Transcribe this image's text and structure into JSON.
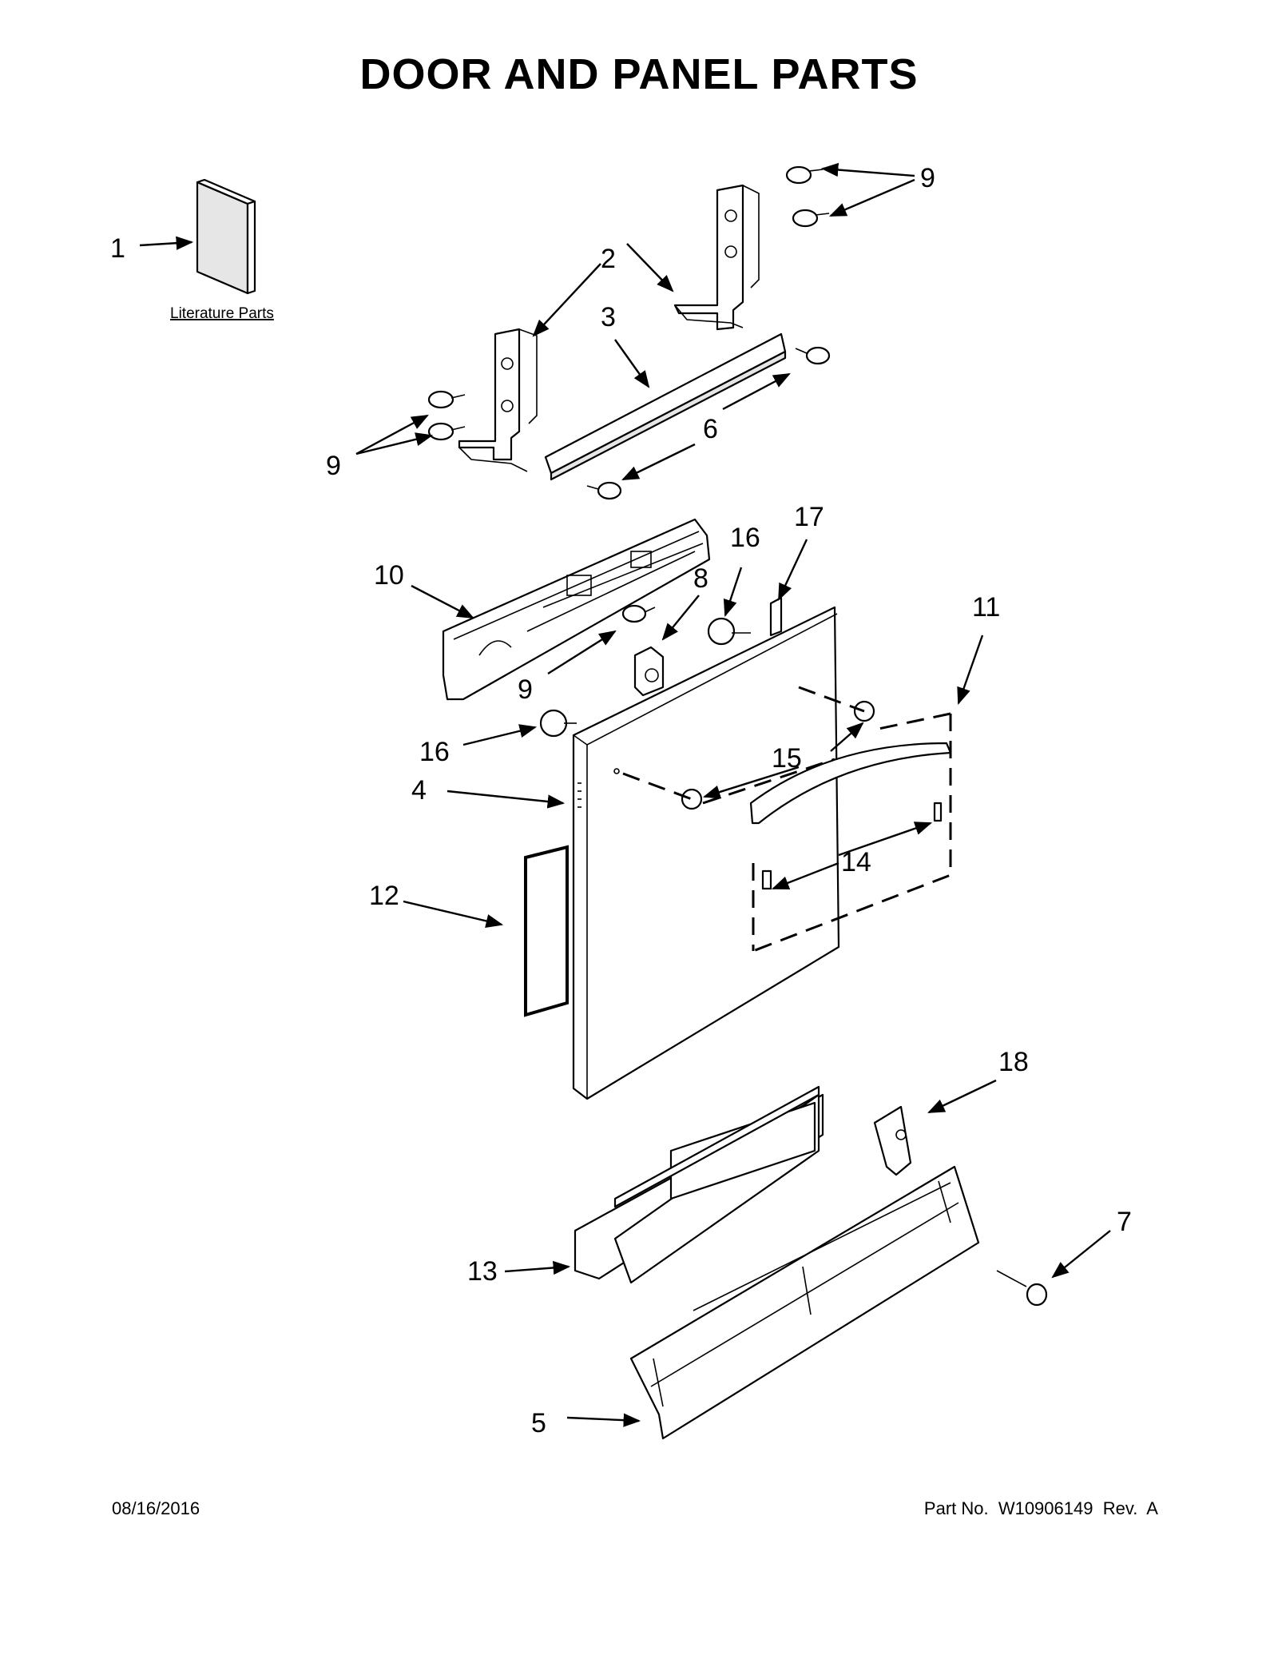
{
  "title": "DOOR AND PANEL PARTS",
  "literature_label": "Literature Parts",
  "callouts": {
    "c1": "1",
    "c2": "2",
    "c3": "3",
    "c4": "4",
    "c5": "5",
    "c6": "6",
    "c7": "7",
    "c8": "8",
    "c9": "9",
    "c10": "10",
    "c11": "11",
    "c12": "12",
    "c13": "13",
    "c14": "14",
    "c15": "15",
    "c16": "16",
    "c17": "17",
    "c18": "18"
  },
  "footer": {
    "date": "08/16/2016",
    "part_number": "Part No.  W10906149  Rev.  A"
  }
}
